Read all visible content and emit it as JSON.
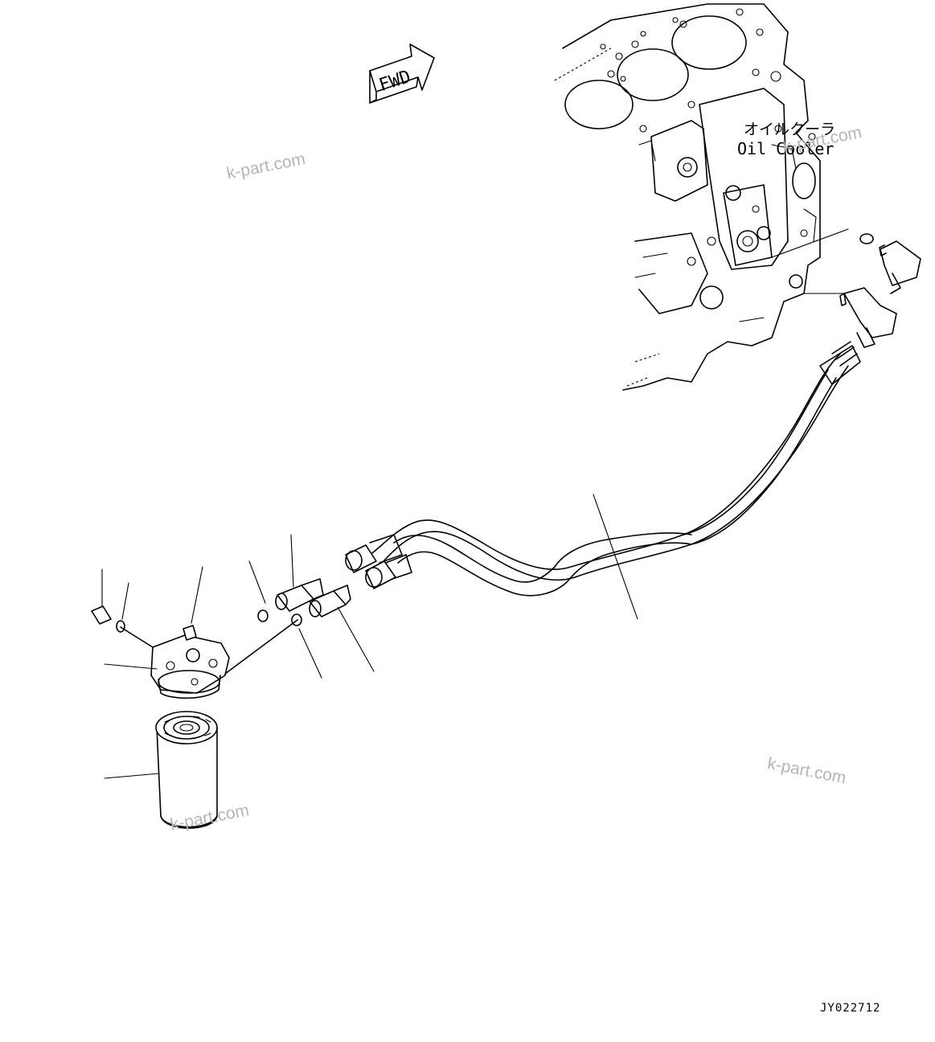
{
  "annotations": {
    "oil_cooler_jp": "オイルクーラ",
    "oil_cooler_en": "Oil Cooler",
    "fwd": "FWD",
    "drawing_number": "JY022712"
  },
  "watermarks": [
    "k-part.com",
    "k-part.com",
    "k-part.com",
    "k-part.com"
  ]
}
